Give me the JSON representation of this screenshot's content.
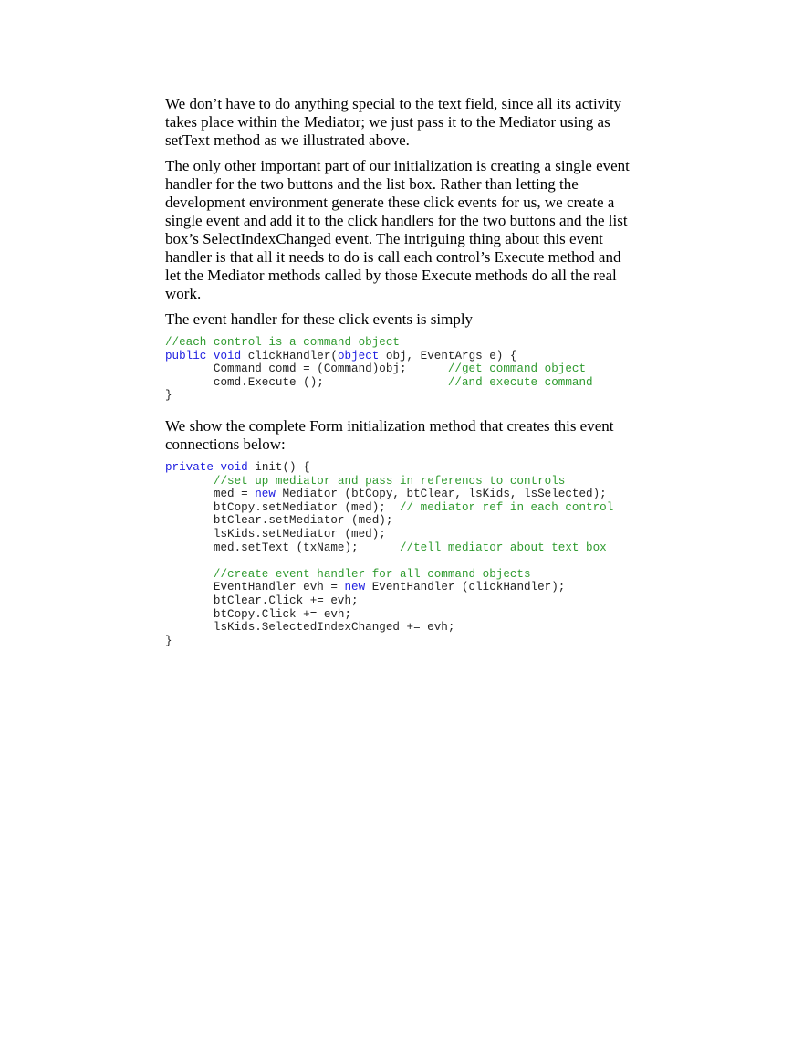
{
  "paragraphs": [
    [
      "We don’t have to do anything special to the text field, since all its activity",
      "takes place within the Mediator; we just pass it to the Mediator using as",
      "setText method as we illustrated above."
    ],
    [
      "The only other important part of our initialization is creating a single event",
      "handler for the two buttons and the list box. Rather than letting the",
      "development environment generate these click events for us, we create a",
      "single event and add it to the click handlers for the two buttons and the list",
      "box’s SelectIndexChanged event. The intriguing thing about this event",
      "handler is that all it needs to do is call each control’s Execute method and",
      "let the Mediator methods called by those Execute methods do all the real",
      "work."
    ],
    [
      "The event handler for these click events is simply"
    ],
    [
      "We show the complete Form initialization method that creates this event",
      "connections below:"
    ]
  ],
  "code_blocks": [
    [
      [
        [
          "//each control is a command object",
          "cm"
        ]
      ],
      [
        [
          "public",
          "kw"
        ],
        [
          " ",
          ""
        ],
        [
          "void",
          "kw"
        ],
        [
          " clickHandler(",
          ""
        ],
        [
          "object",
          "kw"
        ],
        [
          " obj, EventArgs e) {",
          ""
        ]
      ],
      [
        [
          "       Command comd = (Command)obj;      ",
          ""
        ],
        [
          "//get command object",
          "cm"
        ]
      ],
      [
        [
          "       comd.Execute ();                  ",
          ""
        ],
        [
          "//and execute command",
          "cm"
        ]
      ],
      [
        [
          "}",
          ""
        ]
      ]
    ],
    [
      [
        [
          "private",
          "kw"
        ],
        [
          " ",
          ""
        ],
        [
          "void",
          "kw"
        ],
        [
          " init() {",
          ""
        ]
      ],
      [
        [
          "       ",
          ""
        ],
        [
          "//set up mediator and pass in referencs to controls",
          "cm"
        ]
      ],
      [
        [
          "       med = ",
          ""
        ],
        [
          "new",
          "kw"
        ],
        [
          " Mediator (btCopy, btClear, lsKids, lsSelected);",
          ""
        ]
      ],
      [
        [
          "       btCopy.setMediator (med);  ",
          ""
        ],
        [
          "// mediator ref in each control",
          "cm"
        ]
      ],
      [
        [
          "       btClear.setMediator (med);",
          ""
        ]
      ],
      [
        [
          "       lsKids.setMediator (med);",
          ""
        ]
      ],
      [
        [
          "       med.setText (txName);      ",
          ""
        ],
        [
          "//tell mediator about text box",
          "cm"
        ]
      ],
      [
        [
          "",
          ""
        ]
      ],
      [
        [
          "       ",
          ""
        ],
        [
          "//create event handler for all command objects",
          "cm"
        ]
      ],
      [
        [
          "       EventHandler evh = ",
          ""
        ],
        [
          "new",
          "kw"
        ],
        [
          " EventHandler (clickHandler);",
          ""
        ]
      ],
      [
        [
          "       btClear.Click += evh;",
          ""
        ]
      ],
      [
        [
          "       btCopy.Click += evh;",
          ""
        ]
      ],
      [
        [
          "       lsKids.SelectedIndexChanged += evh;",
          ""
        ]
      ],
      [
        [
          "}",
          ""
        ]
      ]
    ]
  ],
  "colors": {
    "keyword": "#2020e0",
    "comment": "#2e9a2e",
    "text": "#222222"
  }
}
